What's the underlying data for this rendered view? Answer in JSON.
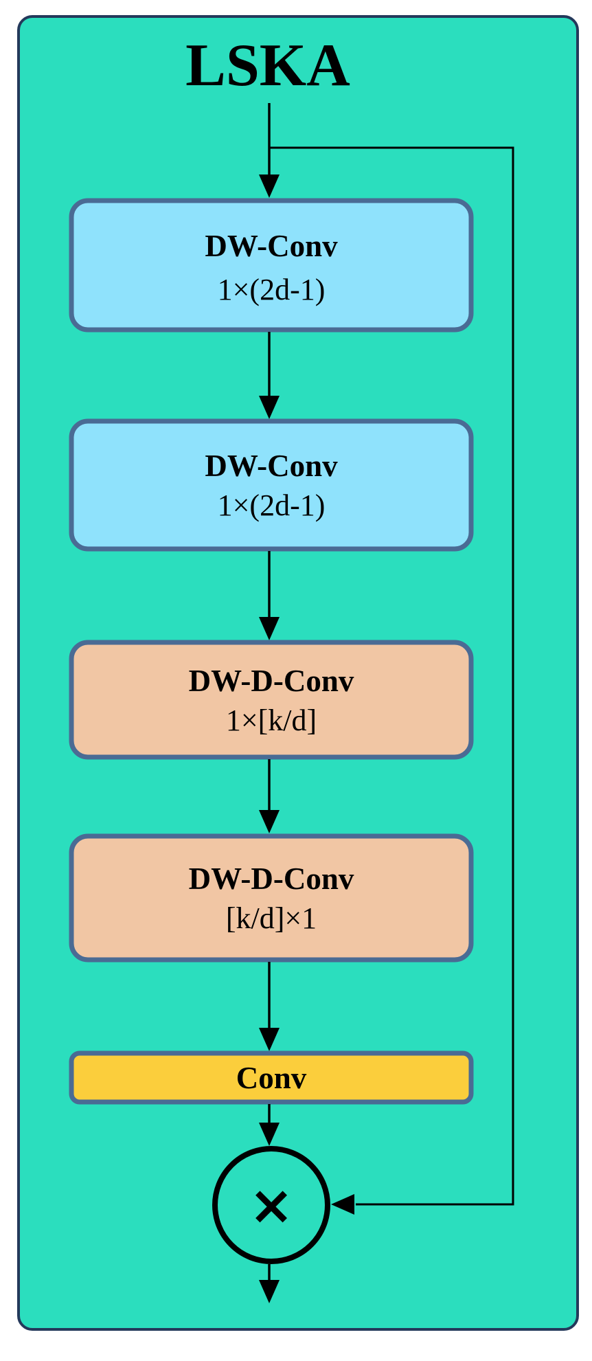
{
  "diagram": {
    "title": "LSKA",
    "nodes": [
      {
        "label": "DW-Conv",
        "sublabel": "1×(2d-1)"
      },
      {
        "label": "DW-Conv",
        "sublabel": "1×(2d-1)"
      },
      {
        "label": "DW-D-Conv",
        "sublabel": "1×[k/d]"
      },
      {
        "label": "DW-D-Conv",
        "sublabel": "[k/d]×1"
      },
      {
        "label": "Conv",
        "sublabel": ""
      }
    ],
    "multiply_symbol": "×"
  },
  "colors": {
    "canvas_fill": "#2BDEBE",
    "canvas_border": "#24395B",
    "node_border": "#4A6B94",
    "dw_conv_fill": "#8FE2FC",
    "dw_d_conv_fill": "#F1C6A4",
    "conv_fill": "#FBCE3C",
    "line": "#000000",
    "text": "#000000"
  }
}
